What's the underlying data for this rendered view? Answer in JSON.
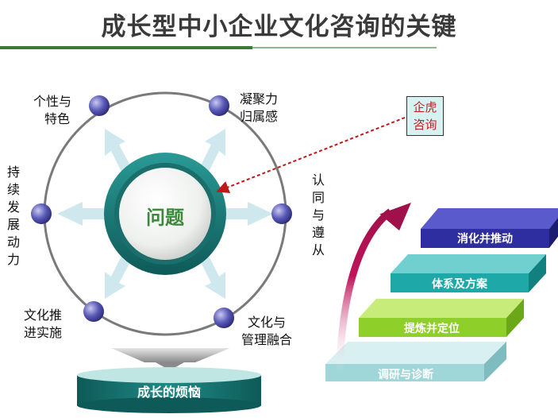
{
  "title": "成长型中小企业文化咨询的关键",
  "center": "问题",
  "nodes": {
    "top_left": [
      "个性与",
      "特色"
    ],
    "top_right": [
      "凝聚力",
      "归属感"
    ],
    "left": [
      "持",
      "续",
      "发",
      "展",
      "动",
      "力"
    ],
    "right": [
      "认",
      "同",
      "与",
      "遵",
      "从"
    ],
    "bottom_left": [
      "文化推",
      "进实施"
    ],
    "bottom_right": [
      "文化与",
      "管理融合"
    ]
  },
  "consultant": [
    "企虎",
    "咨询"
  ],
  "base": "成长的烦恼",
  "steps": [
    "消化并推动",
    "体系及方案",
    "提炼并定位",
    "调研与诊断"
  ],
  "colors": {
    "title_rule": "#3c7a3a",
    "node": "#4a4aa8",
    "center_ring": "#1f7a78",
    "step1": "#3a3aa8",
    "step2": "#1fa8a8",
    "step3": "#8fcf2a",
    "step4": "#a8dde0",
    "curve_arrow": "#c0145a"
  }
}
